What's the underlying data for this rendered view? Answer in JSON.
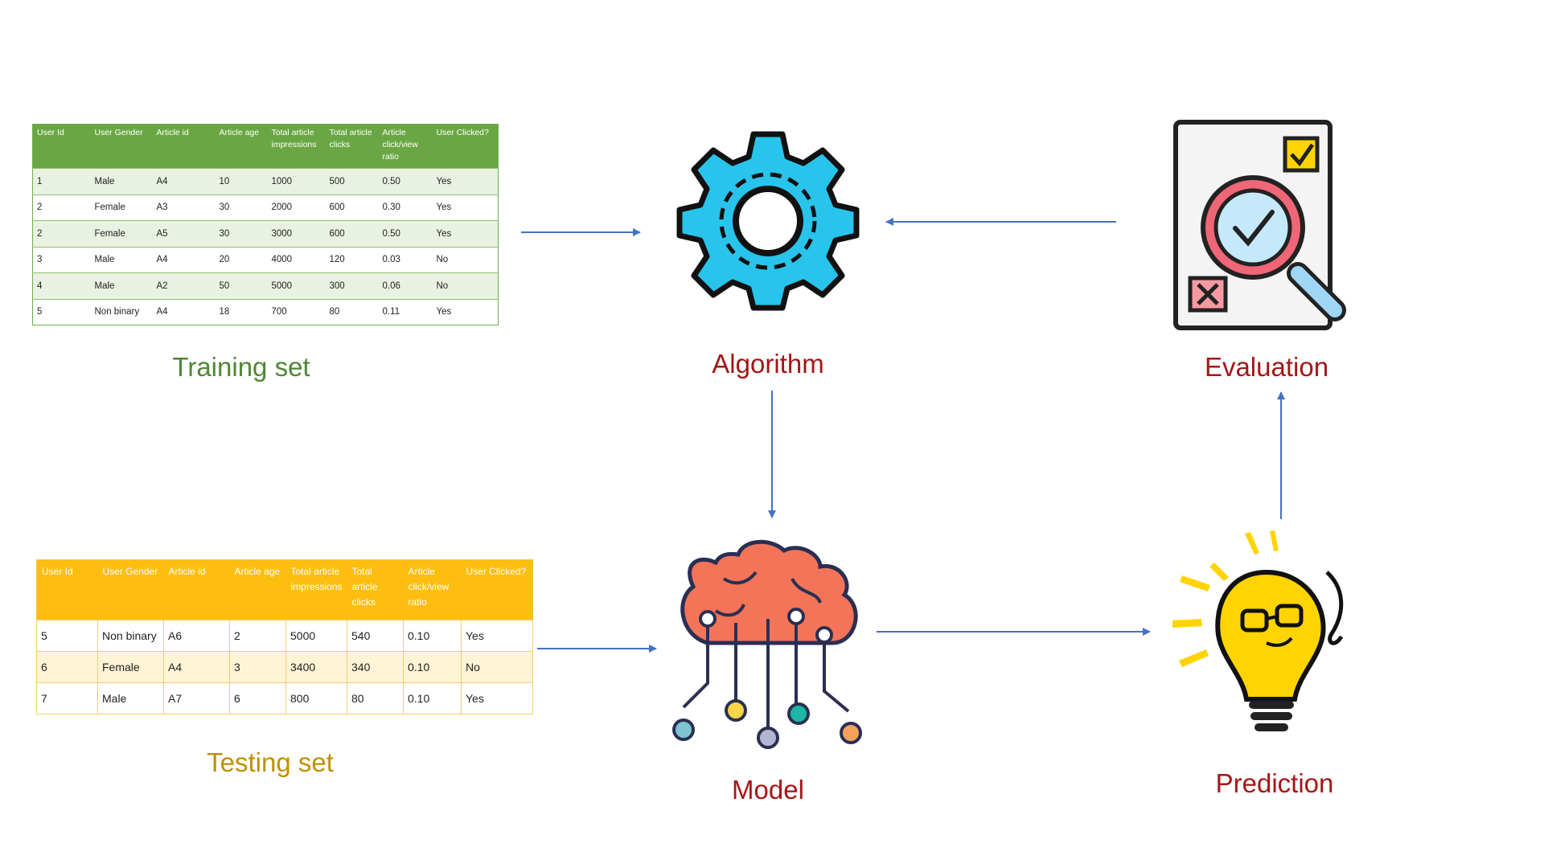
{
  "training_set": {
    "label": "Training set",
    "headers": [
      "User Id",
      "User Gender",
      "Article id",
      "Article age",
      "Total article impressions",
      "Total article clicks",
      "Article click/view ratio",
      "User Clicked?"
    ],
    "rows": [
      [
        "1",
        "Male",
        "A4",
        "10",
        "1000",
        "500",
        "0.50",
        "Yes"
      ],
      [
        "2",
        "Female",
        "A3",
        "30",
        "2000",
        "600",
        "0.30",
        "Yes"
      ],
      [
        "2",
        "Female",
        "A5",
        "30",
        "3000",
        "600",
        "0.50",
        "Yes"
      ],
      [
        "3",
        "Male",
        "A4",
        "20",
        "4000",
        "120",
        "0.03",
        "No"
      ],
      [
        "4",
        "Male",
        "A2",
        "50",
        "5000",
        "300",
        "0.06",
        "No"
      ],
      [
        "5",
        "Non binary",
        "A4",
        "18",
        "700",
        "80",
        "0.11",
        "Yes"
      ]
    ]
  },
  "testing_set": {
    "label": "Testing set",
    "headers": [
      "User Id",
      "User Gender",
      "Article id",
      "Article age",
      "Total article impressions",
      "Total article clicks",
      "Article click/view ratio",
      "User Clicked?"
    ],
    "rows": [
      [
        "5",
        "Non binary",
        "A6",
        "2",
        "5000",
        "540",
        "0.10",
        "Yes"
      ],
      [
        "6",
        "Female",
        "A4",
        "3",
        "3400",
        "340",
        "0.10",
        "No"
      ],
      [
        "7",
        "Male",
        "A7",
        "6",
        "800",
        "80",
        "0.10",
        "Yes"
      ]
    ]
  },
  "nodes": {
    "algorithm": "Algorithm",
    "evaluation": "Evaluation",
    "model": "Model",
    "prediction": "Prediction"
  },
  "icons": {
    "algorithm": "gear-icon",
    "evaluation": "checklist-magnifier-icon",
    "model": "brain-circuit-icon",
    "prediction": "lightbulb-icon"
  },
  "colors": {
    "training_header": "#6aa744",
    "testing_header": "#fdbe10",
    "arrow": "#4472c4",
    "node_label": "#a31717"
  }
}
